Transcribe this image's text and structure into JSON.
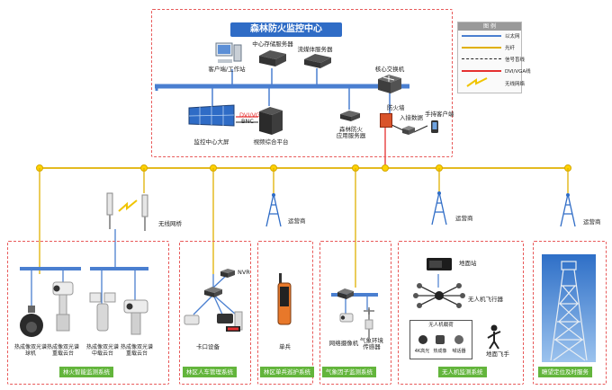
{
  "center": {
    "title": "森林防火监控中心"
  },
  "legend": {
    "header": "图 例",
    "items": [
      {
        "label": "以太网",
        "color": "#4a7fd0"
      },
      {
        "label": "光纤",
        "color": "#e0b000"
      },
      {
        "label": "信号盲线",
        "color": "#222222"
      },
      {
        "label": "DVI/VGA线",
        "color": "#e53030"
      },
      {
        "label": "无线网络",
        "color": "#f0c400"
      }
    ]
  },
  "center_devices": {
    "workstation": "客户端/工作站",
    "storage": "中心存储服务器",
    "media": "流媒体服务器",
    "core_switch": "核心交换机",
    "firewall": "防火墙",
    "access_gateway": "入接数据",
    "mobile": "手持客户端",
    "video_wall": "监控中心大屏",
    "dvi": "DVI/VGA",
    "bnc": "BNC",
    "platform": "視频综合平台",
    "fire_app": "森林防火\n应用服务器"
  },
  "wireless": {
    "bridge": "无线网桥"
  },
  "carriers": {
    "a": "运营商",
    "b": "运营商",
    "c": "运营商"
  },
  "systems": [
    {
      "id": "fire",
      "label": "林火智能监测系统",
      "devices": [
        "热成像双光谱\n球机",
        "热成像双光谱\n重载云台",
        "热成像双光谱\n中载云台",
        "热成像双光谱\n重载云台"
      ]
    },
    {
      "id": "vehicle",
      "label": "林区人车管理系统",
      "devices": [
        "NVR",
        "卡口设备"
      ]
    },
    {
      "id": "patrol",
      "label": "林区单兵巡护系统",
      "devices": [
        "单兵"
      ]
    },
    {
      "id": "weather",
      "label": "气象因子监测系统",
      "devices": [
        "网络摄像机",
        "气象环境\n传感器"
      ]
    },
    {
      "id": "uav",
      "label": "无人机监测系统",
      "devices": [
        "地面站",
        "无人机飞行器",
        "无人机载荷",
        "4K高光",
        "热成像",
        "喊话器",
        "地面飞手"
      ]
    },
    {
      "id": "tower",
      "label": "瞭望定位及时服务",
      "devices": []
    }
  ]
}
